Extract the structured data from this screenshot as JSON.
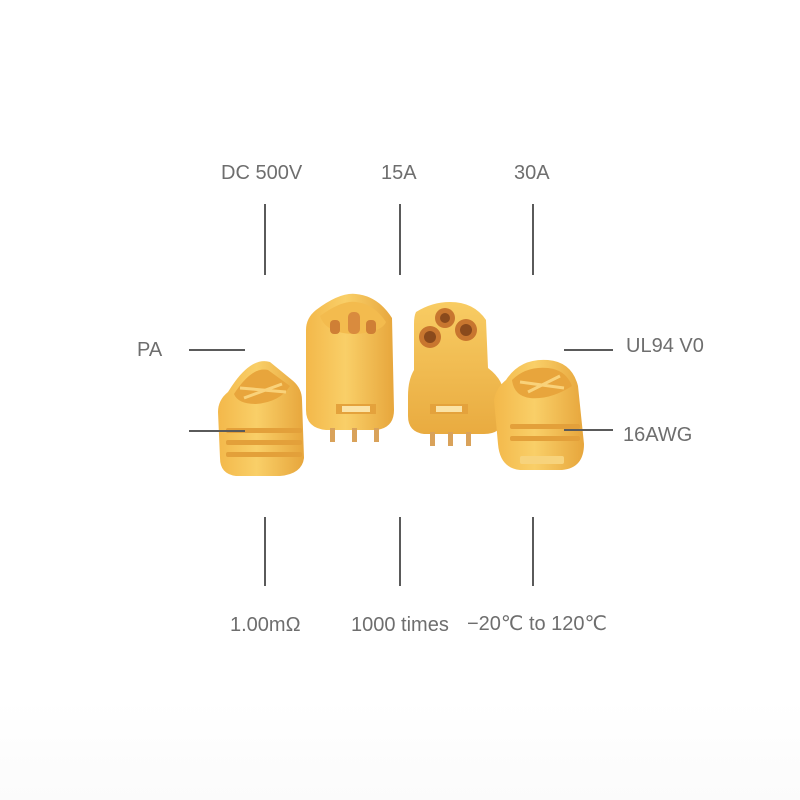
{
  "specs": {
    "voltage": "DC 500V",
    "current_male": "15A",
    "current_female": "30A",
    "material": "PA",
    "flame_rating": "UL94 V0",
    "wire_gauge": "16AWG",
    "resistance": "1.00mΩ",
    "durability": "1000 times",
    "temperature": "−20℃ to 120℃"
  },
  "colors": {
    "connector_body": "#f6c453",
    "connector_shadow": "#e0a43a",
    "pin_gold": "#d98b3e",
    "label_text": "#6e6e6e",
    "leader_line": "#5a5a5a"
  }
}
